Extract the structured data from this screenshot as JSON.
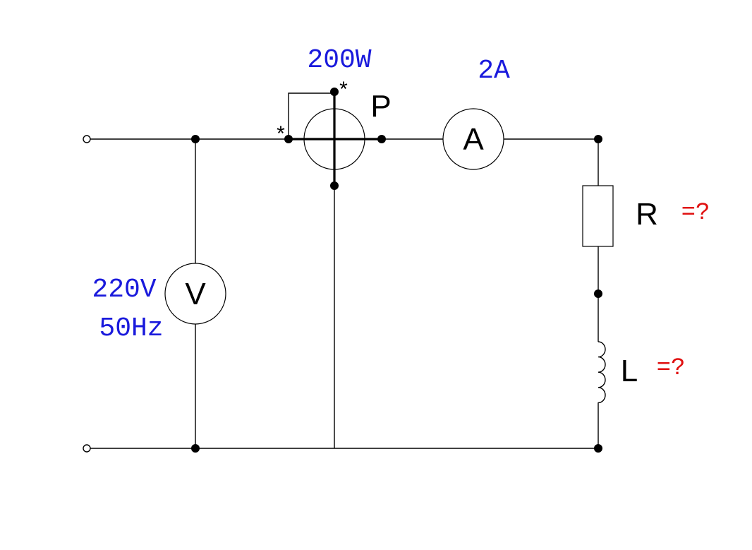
{
  "readings": {
    "wattmeter": "200W",
    "ammeter": "2A",
    "source_voltage": "220V",
    "source_frequency": "50Hz"
  },
  "symbols": {
    "wattmeter": "P",
    "ammeter": "A",
    "voltmeter": "V",
    "resistor": "R",
    "inductor": "L",
    "polarity_mark": "*"
  },
  "unknowns": {
    "resistor": "=?",
    "inductor": "=?"
  },
  "colors": {
    "given_values": "#1a1adc",
    "unknown_values": "#e01010",
    "circuit": "#000000"
  }
}
